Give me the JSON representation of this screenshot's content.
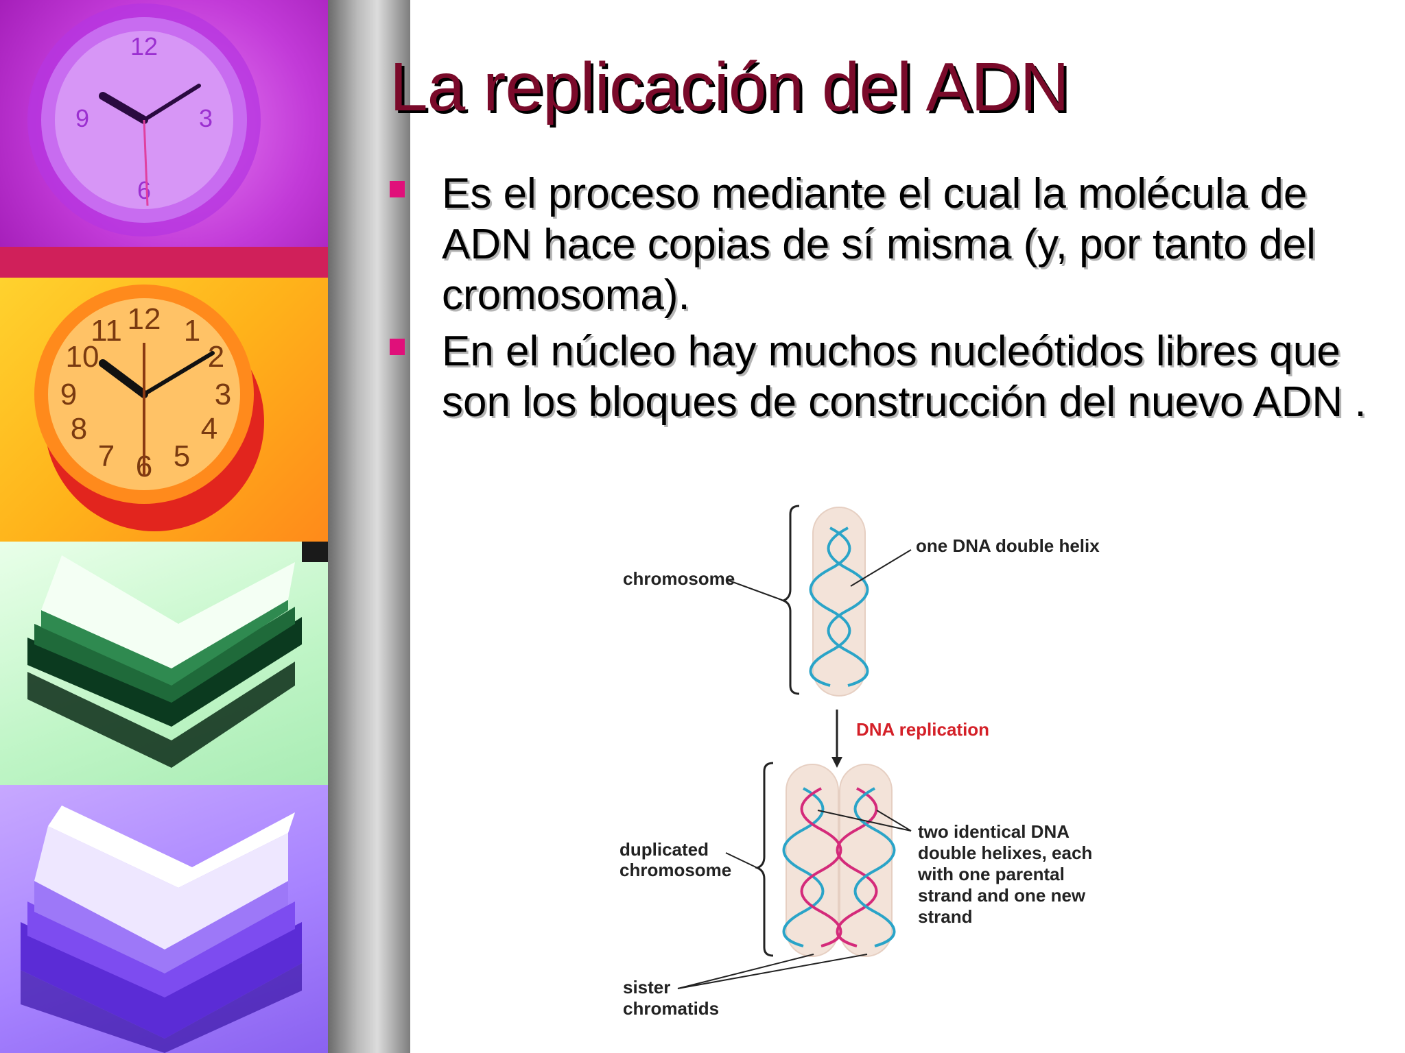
{
  "slide": {
    "title": "La replicación del ADN",
    "bullets": [
      "Es el proceso mediante el cual la molécula de ADN hace copias de sí misma (y, por tanto del cromosoma).",
      "En el núcleo hay muchos nucleótidos libres que son los bloques de construcción del nuevo ADN ."
    ],
    "bullet_color": "#e0107a",
    "title_color": "#7a0a2a"
  },
  "sidebar": {
    "panels": [
      "magenta clock photo",
      "orange clock photo",
      "green folded papers photo",
      "violet stacked papers photo"
    ]
  },
  "diagram": {
    "labels": {
      "chromosome": "chromosome",
      "one_helix": "one DNA double helix",
      "replication": "DNA replication",
      "duplicated_1": "duplicated",
      "duplicated_2": "chromosome",
      "two_identical": [
        "two identical DNA",
        "double helixes, each",
        "with one parental",
        "strand and one new",
        "strand"
      ],
      "sister_1": "sister",
      "sister_2": "chromatids"
    },
    "colors": {
      "chromatid_fill": "#f3e3d9",
      "old_strand": "#2aa4c8",
      "new_strand": "#d42a7a",
      "replication_label": "#d42028"
    }
  }
}
